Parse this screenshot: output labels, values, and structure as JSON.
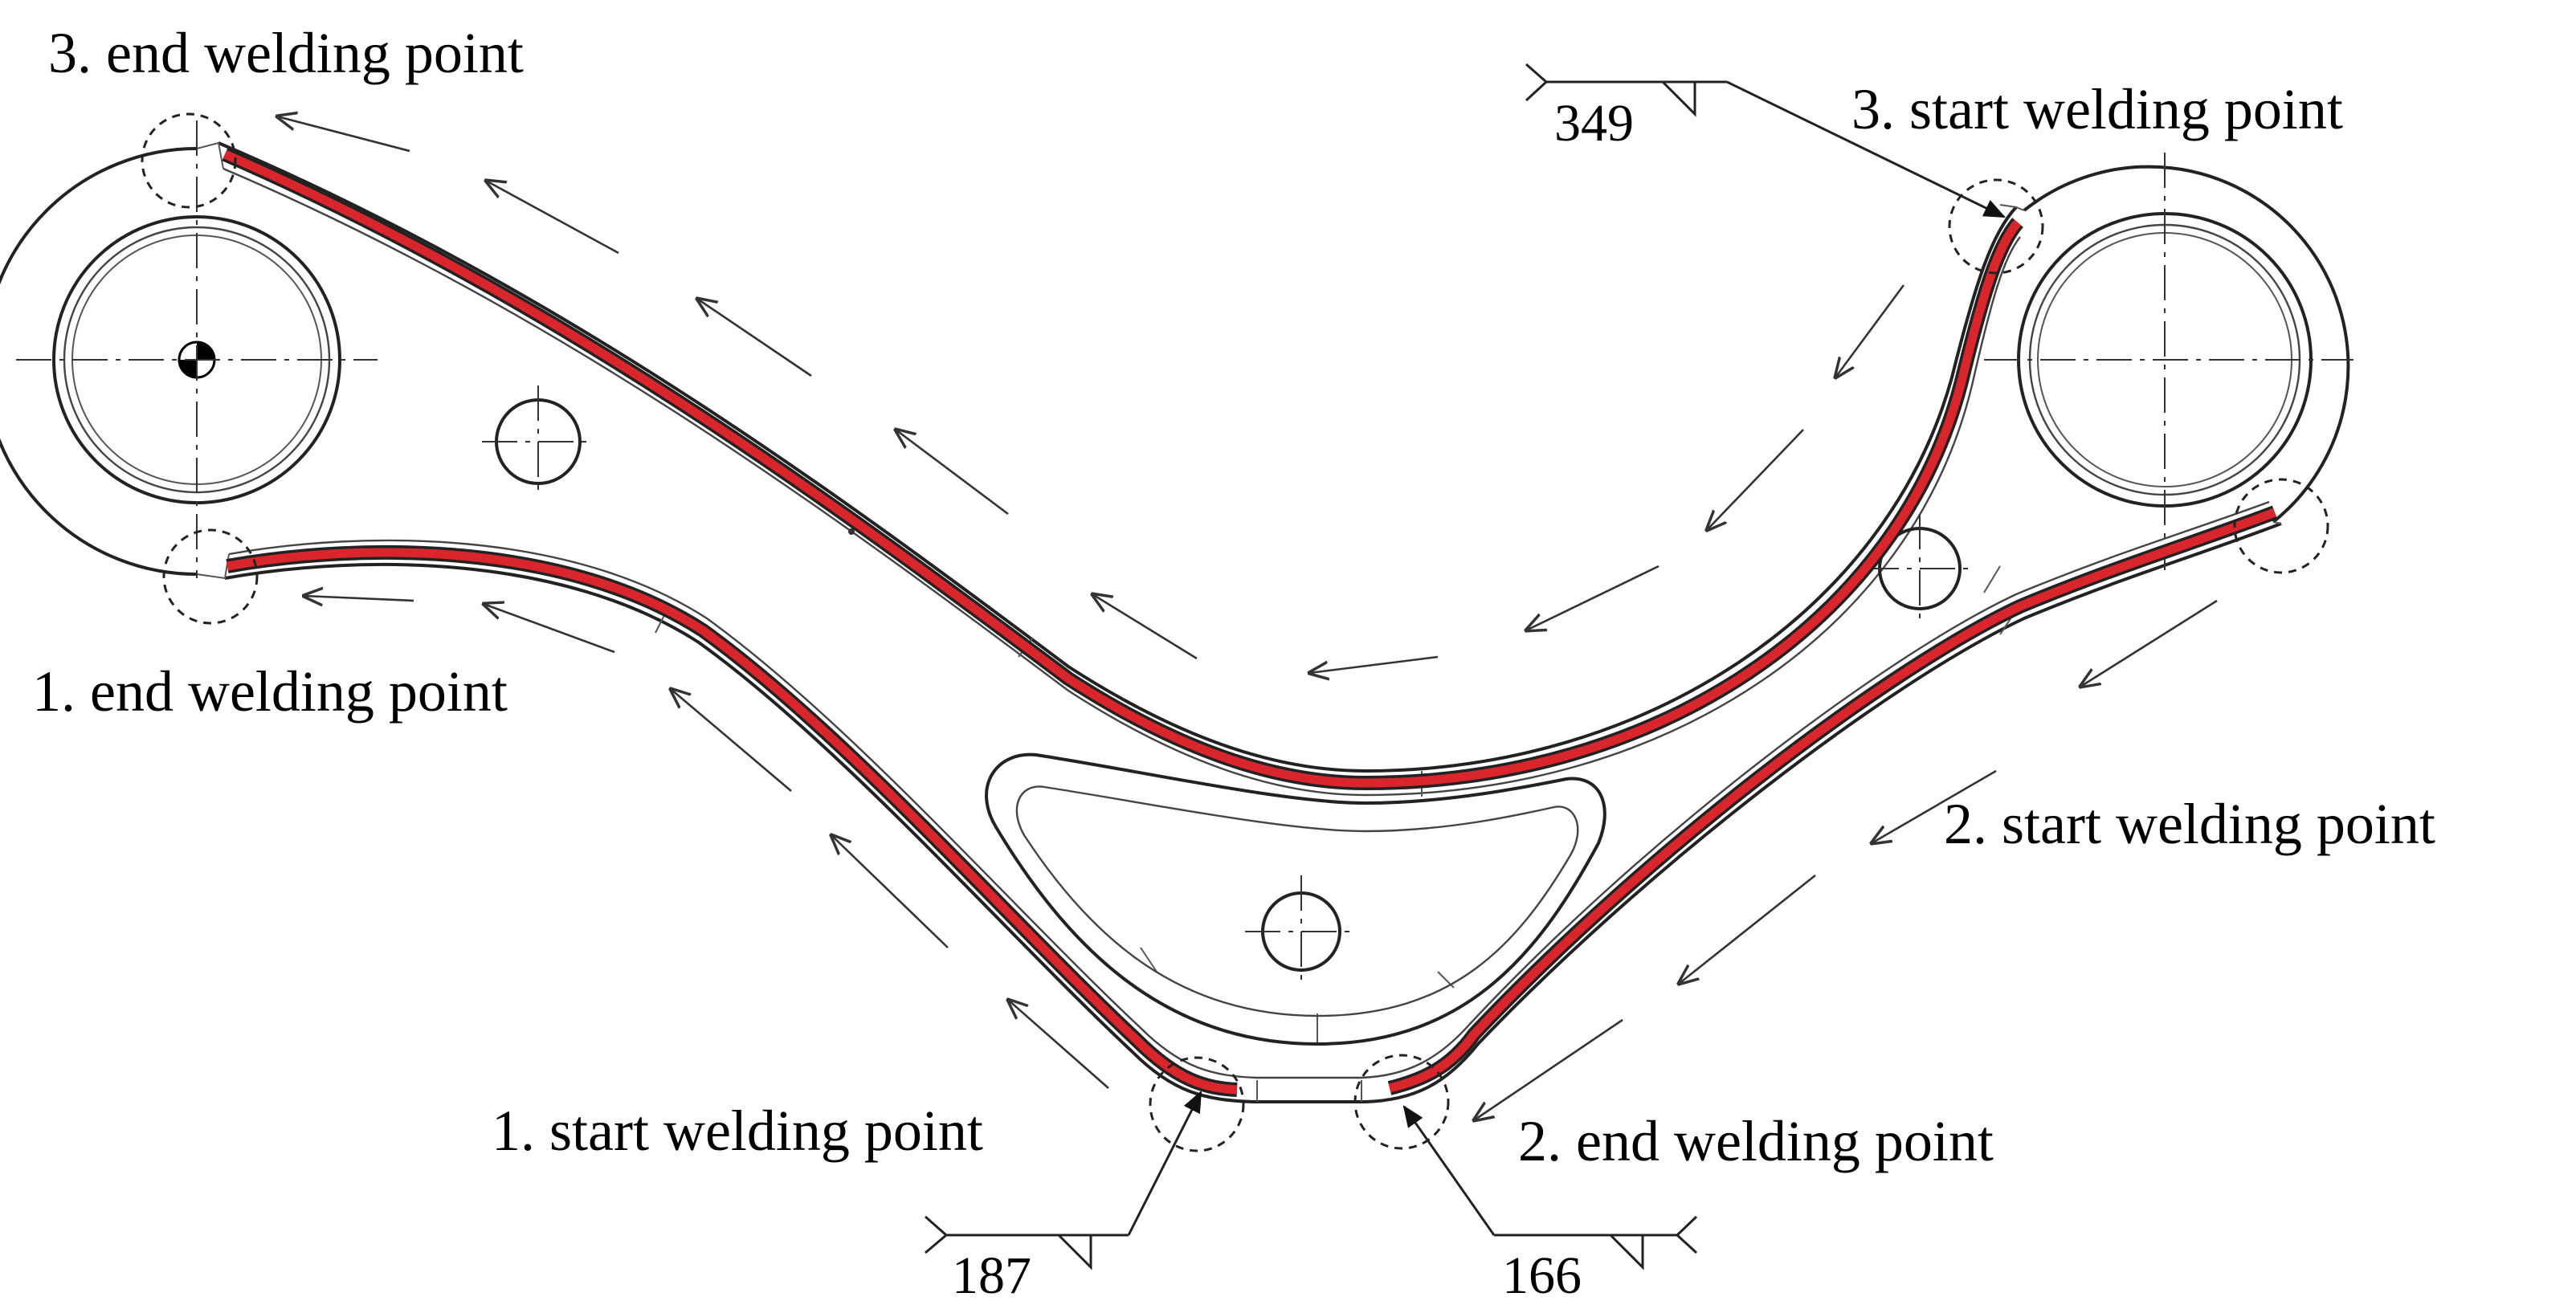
{
  "labels": {
    "end3": "3. end welding point",
    "start3": "3. start welding point",
    "end1": "1. end welding point",
    "start1": "1. start welding point",
    "start2": "2. start welding point",
    "end2": "2. end welding point"
  },
  "weld_symbols": {
    "top": "349",
    "bottom_left": "187",
    "bottom_right": "166"
  },
  "colors": {
    "weld_seam": "#d9262c",
    "outline": "#222222"
  }
}
